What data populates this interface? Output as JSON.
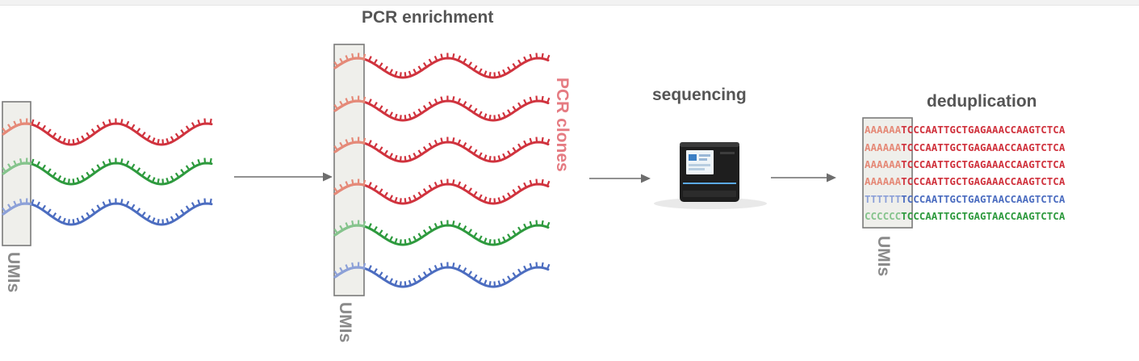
{
  "labels": {
    "pcr_enrichment": "PCR enrichment",
    "pcr_clones": "PCR clones",
    "sequencing": "sequencing",
    "deduplication": "deduplication",
    "umis": "UMIs"
  },
  "colors": {
    "red": "#d0333e",
    "red_umi": "#e58a78",
    "green": "#2e9a3e",
    "green_umi": "#86c48d",
    "blue": "#4c6dc0",
    "blue_umi": "#8da1d8",
    "label_gray": "#555555",
    "clones_pink": "#e57b82"
  },
  "reads": [
    {
      "umi": "AAAAAA",
      "seq": "TCCCAATTGCTGAGAAACCAAGTCTCA",
      "color": "red"
    },
    {
      "umi": "AAAAAA",
      "seq": "TCCCAATTGCTGAGAAACCAAGTCTCA",
      "color": "red"
    },
    {
      "umi": "AAAAAA",
      "seq": "TCCCAATTGCTGAGAAACCAAGTCTCA",
      "color": "red"
    },
    {
      "umi": "AAAAAA",
      "seq": "TCCCAATTGCTGAGAAACCAAGTCTCA",
      "color": "red"
    },
    {
      "umi": "TTTTTT",
      "seq": "TCCCAATTGCTGAGTAACCAAGTCTCA",
      "color": "blue"
    },
    {
      "umi": "CCCCCC",
      "seq": "TCCCAATTGCTGAGTAACCAAGTCTCA",
      "color": "green"
    }
  ],
  "molecules_initial": [
    "red",
    "green",
    "blue"
  ],
  "molecules_pcr": [
    "red",
    "red",
    "red",
    "red",
    "green",
    "blue"
  ]
}
